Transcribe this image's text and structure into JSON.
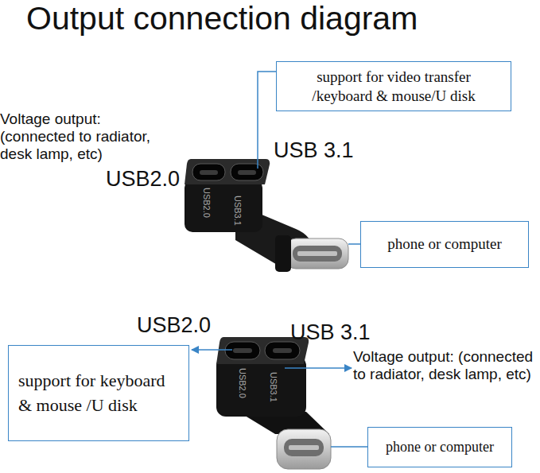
{
  "diagram": {
    "title": "Output connection diagram",
    "nodes": [
      {
        "text": [
          "support for video transfer /keyboard & mouse/U disk"
        ]
      },
      {
        "text": [
          "phone or computer"
        ]
      },
      {
        "text": [
          "support for keyboard & mouse /U disk"
        ]
      },
      {
        "text": [
          "phone or computer"
        ]
      }
    ],
    "labels": [
      "Voltage output: (connected to radiator, desk lamp, etc)",
      "USB2.0",
      "USB 3.1",
      "USB2.0",
      "USB3.1",
      "USB2.0",
      "USB 3.1",
      "Voltage output: (connected to radiator, desk lamp, etc)",
      "USB2.0",
      "USB3.1"
    ]
  }
}
